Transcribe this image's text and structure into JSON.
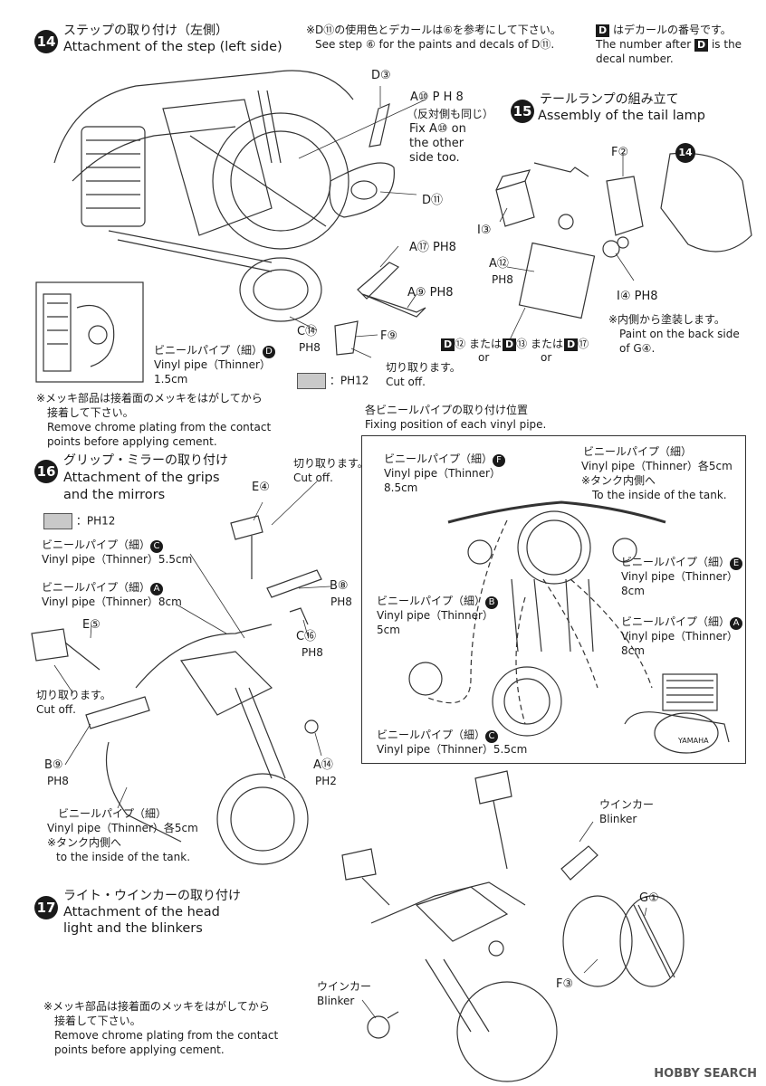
{
  "step14": {
    "num": "14",
    "title_jp": "ステップの取り付け（左側）",
    "title_en": "Attachment of the step (left side)",
    "note_jp": "※D⑪の使用色とデカールは⑥を参考にして下さい。",
    "note_en": "See step ⑥ for the paints and decals of D⑪.",
    "decal_note_jp": "はデカールの番号です。",
    "decal_note_en_1": "The number after",
    "decal_note_en_2": "is the",
    "decal_note_en_3": "decal number.",
    "labels": {
      "d3": "D③",
      "a10": "A⑩ P H 8",
      "a10_jp": "（反対側も同じ）",
      "a10_en_1": "Fix A⑩ on",
      "a10_en_2": "the other",
      "a10_en_3": "side too.",
      "d11": "D⑪",
      "a17": "A⑰ PH8",
      "a9": "A⑨ PH8",
      "c14": "C⑭",
      "c14_ph": "PH8",
      "f9": "F⑨",
      "pipe_jp": "ビニールパイプ（細）",
      "pipe_d": "D",
      "pipe_en": "Vinyl pipe（Thinner）",
      "pipe_len": "1.5cm",
      "cut_jp": "切り取ります。",
      "cut_en": "Cut off.",
      "swatch_label": "：PH12"
    },
    "chrome_jp_1": "※メッキ部品は接着面のメッキをはがしてから",
    "chrome_jp_2": "接着して下さい。",
    "chrome_en_1": "Remove chrome plating from the contact",
    "chrome_en_2": "points before applying cement."
  },
  "step15": {
    "num": "15",
    "title_jp": "テールランプの組み立て",
    "title_en": "Assembly of the tail lamp",
    "labels": {
      "f2": "F②",
      "ref14": "14",
      "i3": "I③",
      "a12": "A⑫",
      "a12_ph": "PH8",
      "i4": "I④ PH8",
      "paint_jp": "※内側から塗装します。",
      "paint_en_1": "Paint on the back side",
      "paint_en_2": "of G④.",
      "d12": "⑫ または",
      "d13": "⑬ または",
      "d17": "⑰",
      "or": "or"
    }
  },
  "pipes": {
    "title_jp": "各ビニールパイプの取り付け位置",
    "title_en": "Fixing position of each vinyl pipe.",
    "f_jp": "ビニールパイプ（細）",
    "f_tag": "F",
    "f_en": "Vinyl pipe（Thinner）",
    "f_len": "8.5cm",
    "each_jp": "ビニールパイプ（細）",
    "each_en": "Vinyl pipe（Thinner）各5cm",
    "each_note_jp": "※タンク内側へ",
    "each_note_en": "To the inside of the tank.",
    "e_jp": "ビニールパイプ（細）",
    "e_tag": "E",
    "e_en": "Vinyl pipe（Thinner）",
    "e_len": "8cm",
    "b_jp": "ビニールパイプ（細）",
    "b_tag": "B",
    "b_en": "Vinyl pipe（Thinner）",
    "b_len": "5cm",
    "a_jp": "ビニールパイプ（細）",
    "a_tag": "A",
    "a_en": "Vinyl pipe（Thinner）",
    "a_len": "8cm",
    "c_jp": "ビニールパイプ（細）",
    "c_tag": "C",
    "c_en": "Vinyl pipe（Thinner）5.5cm",
    "yamaha": "YAMAHA"
  },
  "step16": {
    "num": "16",
    "title_jp": "グリップ・ミラーの取り付け",
    "title_en_1": "Attachment of the grips",
    "title_en_2": "and the mirrors",
    "swatch_label": "：PH12",
    "labels": {
      "cut_jp": "切り取ります。",
      "cut_en": "Cut off.",
      "e4": "E④",
      "pipe_c_jp": "ビニールパイプ（細）",
      "pipe_c_tag": "C",
      "pipe_c_en": "Vinyl pipe（Thinner）5.5cm",
      "pipe_a_jp": "ビニールパイプ（細）",
      "pipe_a_tag": "A",
      "pipe_a_en": "Vinyl pipe（Thinner）8cm",
      "b8": "B⑧",
      "b8_ph": "PH8",
      "c16": "C⑯",
      "c16_ph": "PH8",
      "e5": "E⑤",
      "cut2_jp": "切り取ります。",
      "cut2_en": "Cut off.",
      "b9": "B⑨",
      "b9_ph": "PH8",
      "a14": "A⑭",
      "a14_ph": "PH2",
      "pipe_each_jp": "ビニールパイプ（細）",
      "pipe_each_en": "Vinyl pipe（Thinner）各5cm",
      "tank_jp": "※タンク内側へ",
      "tank_en": "to the inside of the tank."
    }
  },
  "step17": {
    "num": "17",
    "title_jp": "ライト・ウインカーの取り付け",
    "title_en_1": "Attachment of the head",
    "title_en_2": "light and the blinkers",
    "labels": {
      "blinker_jp": "ウインカー",
      "blinker_en": "Blinker",
      "g1": "G①",
      "f3": "F③",
      "blinker2_jp": "ウインカー",
      "blinker2_en": "Blinker"
    },
    "chrome_jp_1": "※メッキ部品は接着面のメッキをはがしてから",
    "chrome_jp_2": "接着して下さい。",
    "chrome_en_1": "Remove chrome plating from the contact",
    "chrome_en_2": "points before applying cement."
  },
  "watermark": "HOBBY SEARCH",
  "colors": {
    "ink": "#1a1a1a",
    "swatch": "#c9c9c9",
    "paper": "#ffffff"
  }
}
